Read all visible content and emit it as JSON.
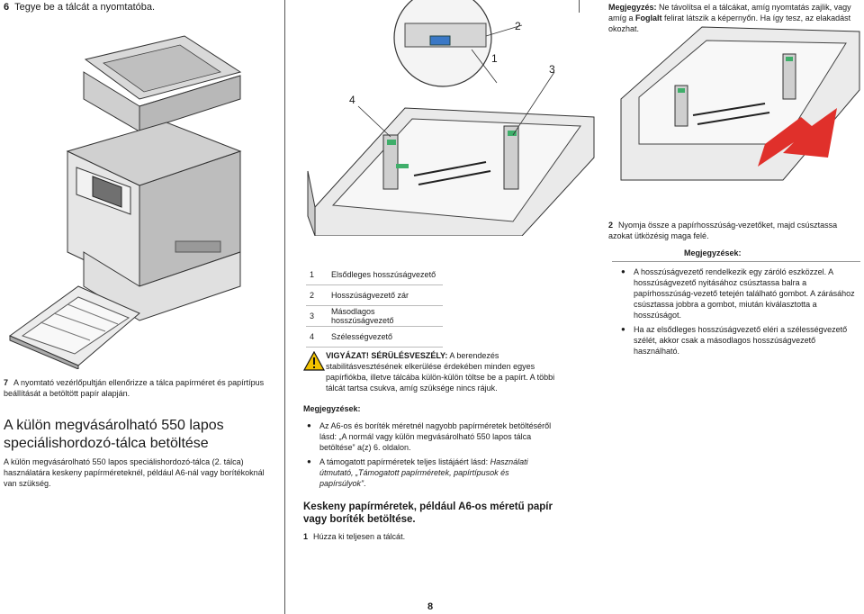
{
  "col1": {
    "step6_num": "6",
    "step6_text": "Tegye be a tálcát a nyomtatóba.",
    "step7_num": "7",
    "step7_text": "A nyomtató vezérlőpultján ellenőrizze a tálca papírméret és papírtípus beállítását a betöltött papír alapján.",
    "section_title": "A külön megvásárolható 550 lapos speciálishordozó-tálca betöltése",
    "section_body": "A külön megvásárolható 550 lapos speciálishordozó-tálca (2. tálca) használatára keskeny papírméreteknél, például A6-nál vagy borítékoknál van szükség."
  },
  "col2": {
    "callouts": [
      "1",
      "2",
      "3",
      "4"
    ],
    "legend": [
      {
        "n": "1",
        "label": "Elsődleges hosszúságvezető"
      },
      {
        "n": "2",
        "label": "Hosszúságvezető zár"
      },
      {
        "n": "3",
        "label": "Másodlagos hosszúságvezető"
      },
      {
        "n": "4",
        "label": "Szélességvezető"
      }
    ],
    "caution_label": "VIGYÁZAT! SÉRÜLÉSVESZÉLY:",
    "caution_text": " A berendezés stabilitásvesztésének elkerülése érdekében minden egyes papírfiókba, illetve tálcába külön-külön töltse be a papírt. A többi tálcát tartsa csukva, amíg szüksége nincs rájuk.",
    "notes_label": "Megjegyzések:",
    "note1": "Az A6-os és boríték méretnél nagyobb papírméretek betöltéséről lásd: „A normál vagy külön megvásárolható 550 lapos tálca betöltése” a(z) 6. oldalon.",
    "note2_a": "A támogatott papírméretek teljes listájáért lásd: ",
    "note2_i": "Használati útmutató, „Támogatott papírméretek, papírtípusok és papírsúlyok”",
    "note2_b": ".",
    "subsection_title": "Keskeny papírméretek, például A6-os méretű papír vagy boríték betöltése.",
    "step1_num": "1",
    "step1_text": "Húzza ki teljesen a tálcát."
  },
  "col3": {
    "note_label": "Megjegyzés:",
    "note_text_a": " Ne távolítsa el a tálcákat, amíg nyomtatás zajlik, vagy amíg a ",
    "note_bold": "Foglalt",
    "note_text_b": " felirat látszik a képernyőn. Ha így tesz, az elakadást okozhat.",
    "step2_num": "2",
    "step2_text": "Nyomja össze a papírhosszúság-vezetőket, majd csúsztassa azokat ütközésig maga felé.",
    "notes_label": "Megjegyzések:",
    "note1": "A hosszúságvezető rendelkezik egy záróló eszközzel. A hosszúságvezető nyitásához csúsztassa balra a papírhosszúság-vezető tetején található gombot. A zárásához csúsztassa jobbra a gombot, miután kiválasztotta a hosszúságot.",
    "note2": "Ha az elsődleges hosszúságvezető eléri a szélességvezető szélét, akkor csak a másodlagos hosszúságvezető használható."
  },
  "footer": {
    "page_number": "8"
  },
  "colors": {
    "arrow_red": "#e0302b",
    "guide_green": "#3fae6a",
    "lock_blue": "#3a78c6"
  }
}
